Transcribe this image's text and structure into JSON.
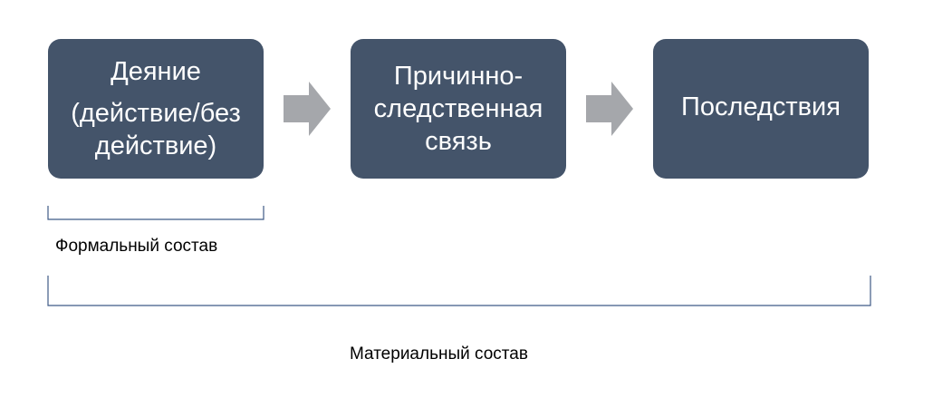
{
  "colors": {
    "box_fill": "#44546a",
    "box_text": "#ffffff",
    "arrow_fill": "#a5a7ab",
    "bracket_stroke": "#3f5a86",
    "label_text": "#000000"
  },
  "steps": [
    {
      "title": "Деяние",
      "lines": [
        "(действие/без",
        "действие)"
      ]
    },
    {
      "lines": [
        "Причинно-",
        "следственная",
        "связь"
      ]
    },
    {
      "lines": [
        "Последствия"
      ]
    }
  ],
  "brackets": {
    "formal_label": "Формальный состав",
    "material_label": "Материальный состав"
  }
}
